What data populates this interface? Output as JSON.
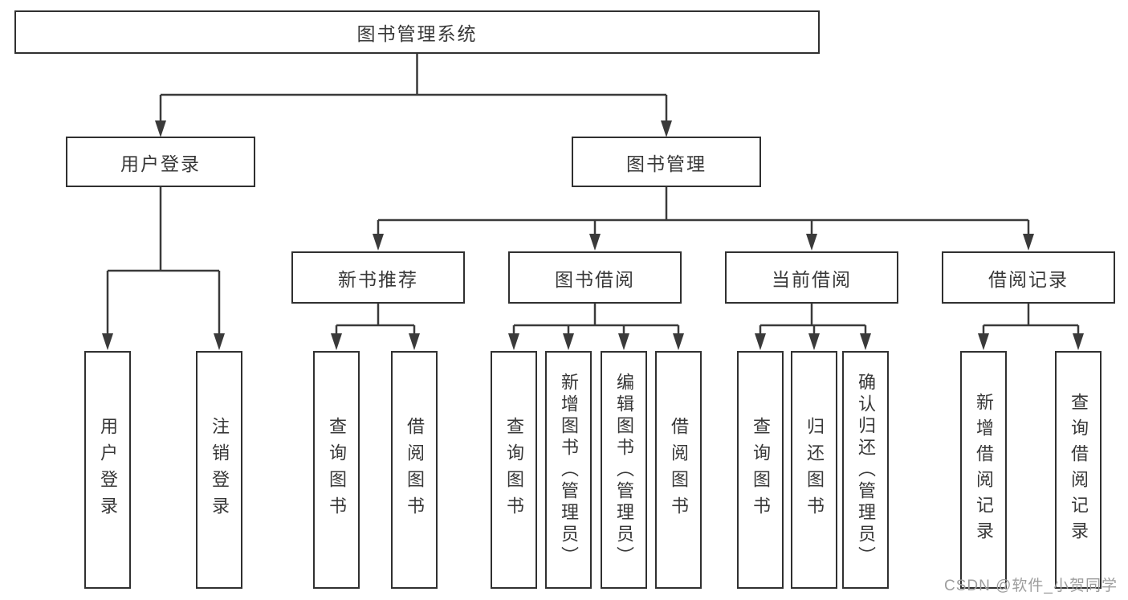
{
  "diagram": {
    "root": {
      "label": "图书管理系统",
      "children": [
        {
          "label": "用户登录",
          "children": [
            {
              "label": "用户登录"
            },
            {
              "label": "注销登录"
            }
          ]
        },
        {
          "label": "图书管理",
          "children": [
            {
              "label": "新书推荐",
              "children": [
                {
                  "label": "查询图书"
                },
                {
                  "label": "借阅图书"
                }
              ]
            },
            {
              "label": "图书借阅",
              "children": [
                {
                  "label": "查询图书"
                },
                {
                  "label": "新增图书（管理员）"
                },
                {
                  "label": "编辑图书（管理员）"
                },
                {
                  "label": "借阅图书"
                }
              ]
            },
            {
              "label": "当前借阅",
              "children": [
                {
                  "label": "查询图书"
                },
                {
                  "label": "归还图书"
                },
                {
                  "label": "确认归还（管理员）"
                }
              ]
            },
            {
              "label": "借阅记录",
              "children": [
                {
                  "label": "新增借阅记录"
                },
                {
                  "label": "查询借阅记录"
                }
              ]
            }
          ]
        }
      ]
    },
    "watermark": "CSDN @软件_小贺同学",
    "colors": {
      "line": "#3a3a3a",
      "box_border": "#303030",
      "text": "#383838",
      "watermark": "#9d9d9d",
      "background": "#ffffff"
    }
  }
}
